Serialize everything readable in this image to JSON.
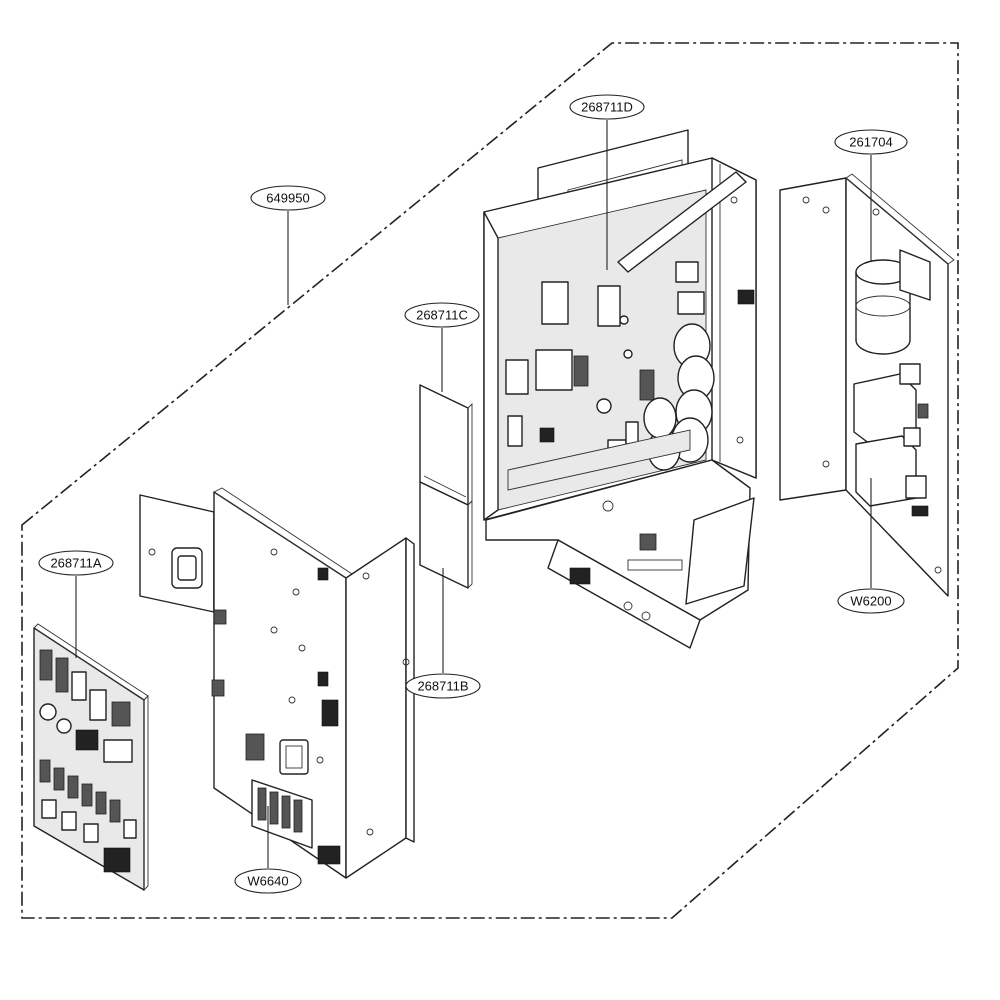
{
  "callouts": [
    {
      "id": "c1",
      "label": "649950"
    },
    {
      "id": "c2",
      "label": "268711D"
    },
    {
      "id": "c3",
      "label": "261704"
    },
    {
      "id": "c4",
      "label": "268711C"
    },
    {
      "id": "c5",
      "label": "268711A"
    },
    {
      "id": "c6",
      "label": "268711B"
    },
    {
      "id": "c7",
      "label": "W6200"
    },
    {
      "id": "c8",
      "label": "W6640"
    }
  ]
}
